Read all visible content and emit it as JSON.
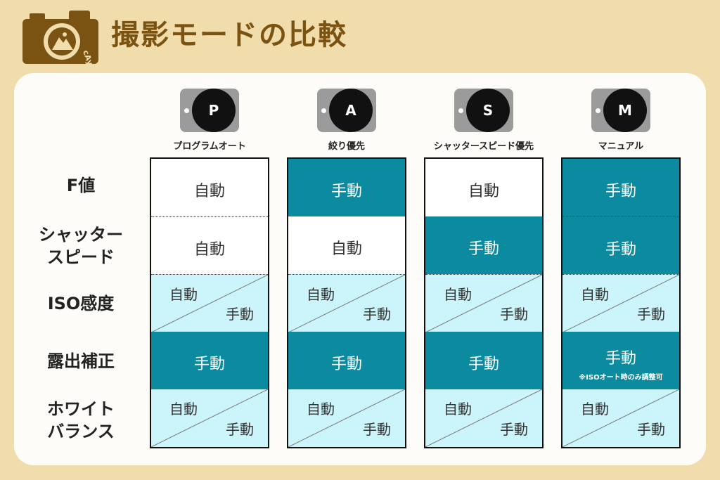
{
  "title": "撮影モードの比較",
  "logo_text": "cAyon",
  "modes": [
    {
      "letter": "P",
      "label": "プログラムオート"
    },
    {
      "letter": "A",
      "label": "絞り優先"
    },
    {
      "letter": "S",
      "label": "シャッタースピード優先"
    },
    {
      "letter": "M",
      "label": "マニュアル"
    }
  ],
  "rows": [
    {
      "label": "F値"
    },
    {
      "label_line1": "シャッター",
      "label_line2": "スピード"
    },
    {
      "label": "ISO感度"
    },
    {
      "label": "露出補正"
    },
    {
      "label_line1": "ホワイト",
      "label_line2": "バランス"
    }
  ],
  "values": {
    "auto": "自動",
    "manual": "手動",
    "note": "※ISOオート時のみ調整可"
  },
  "colors": {
    "background": "#f1dcab",
    "title": "#7a5212",
    "manual_fill": "#0b8aa0",
    "either_fill": "#ccf4fb",
    "auto_fill": "#ffffff"
  }
}
